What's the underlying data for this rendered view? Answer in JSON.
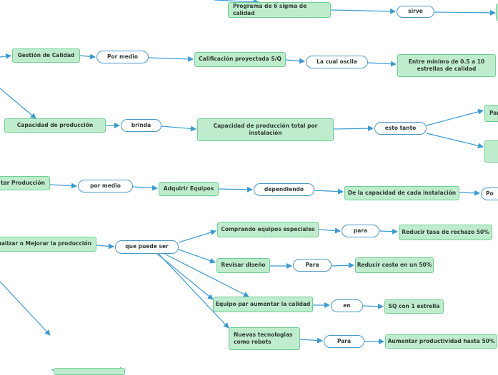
{
  "nodes": {
    "seis_sigma": "Programa de 6 sigma de calidad",
    "sirve": "sirve",
    "gestion": "Gestión de Calidad",
    "por_medio_1": "Por medio",
    "calificacion": "Calificación proyectada S/Q",
    "la_cual_oscila": "La cual oscila",
    "entre_minimo": "Entre mínimo de 0.5 a 10 estrellas de calidad",
    "capacidad": "Capacidad de producción",
    "brinda": "brinda",
    "capacidad_total": "Capacidad de producción total por instalación",
    "esto_tanto": "esto tanto",
    "par": "Par",
    "aumentar_prod": "tar Producción",
    "por_medio_2": "por medio",
    "adquirir": "Adquirir Equipos",
    "dependiendo": "dependiendo",
    "de_la_capacidad": "De la capacidad de cada instalación",
    "po": "Po",
    "actualizar": "ualizar o Mejorar la producción",
    "que_puede_ser": "que puede ser",
    "comprando": "Comprando equipos especiales",
    "para_1": "para",
    "reducir_tasa": "Reducir tasa de rechazo  50%",
    "revisar": "Revisar diseño",
    "para_2": "Para",
    "reducir_costo": "Reducir costo en un 50%",
    "equipo_calidad": "Equipo par aumentar la calidad",
    "en": "en",
    "sq_estrella": "SQ con 1 estrella",
    "nuevas_tec": "Nuevas tecnologias como robots",
    "para_3": "Para",
    "aumentar_productividad": "Aumentar productividad hasta 50%"
  },
  "colors": {
    "concept_fill": "#bfeccd",
    "concept_border": "#6fcf94",
    "link_border": "#4a97c7",
    "edge": "#3a9bd5"
  }
}
